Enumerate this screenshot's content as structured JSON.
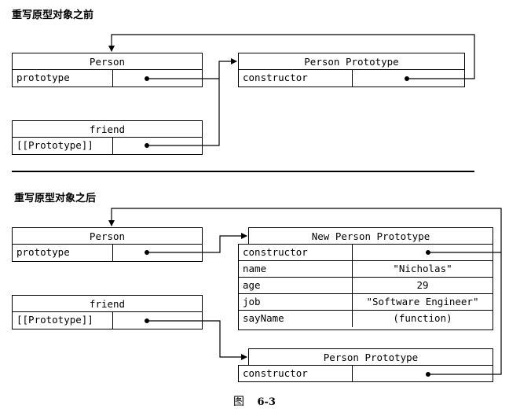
{
  "top_section": {
    "title": "重写原型对象之前",
    "person": {
      "header": "Person",
      "rows": [
        {
          "key": "prototype",
          "value": ""
        }
      ]
    },
    "friend": {
      "header": "friend",
      "rows": [
        {
          "key": "[[Prototype]]",
          "value": ""
        }
      ]
    },
    "person_prototype": {
      "header": "Person Prototype",
      "rows": [
        {
          "key": "constructor",
          "value": ""
        }
      ]
    }
  },
  "bottom_section": {
    "title": "重写原型对象之后",
    "person": {
      "header": "Person",
      "rows": [
        {
          "key": "prototype",
          "value": ""
        }
      ]
    },
    "friend": {
      "header": "friend",
      "rows": [
        {
          "key": "[[Prototype]]",
          "value": ""
        }
      ]
    },
    "new_person_prototype": {
      "header": "New Person Prototype",
      "rows": [
        {
          "key": "constructor",
          "value": ""
        },
        {
          "key": "name",
          "value": "\"Nicholas\""
        },
        {
          "key": "age",
          "value": "29"
        },
        {
          "key": "job",
          "value": "\"Software Engineer\""
        },
        {
          "key": "sayName",
          "value": "(function)"
        }
      ]
    },
    "person_prototype": {
      "header": "Person Prototype",
      "rows": [
        {
          "key": "constructor",
          "value": ""
        }
      ]
    }
  },
  "caption": {
    "label": "图",
    "number": "6-3"
  }
}
